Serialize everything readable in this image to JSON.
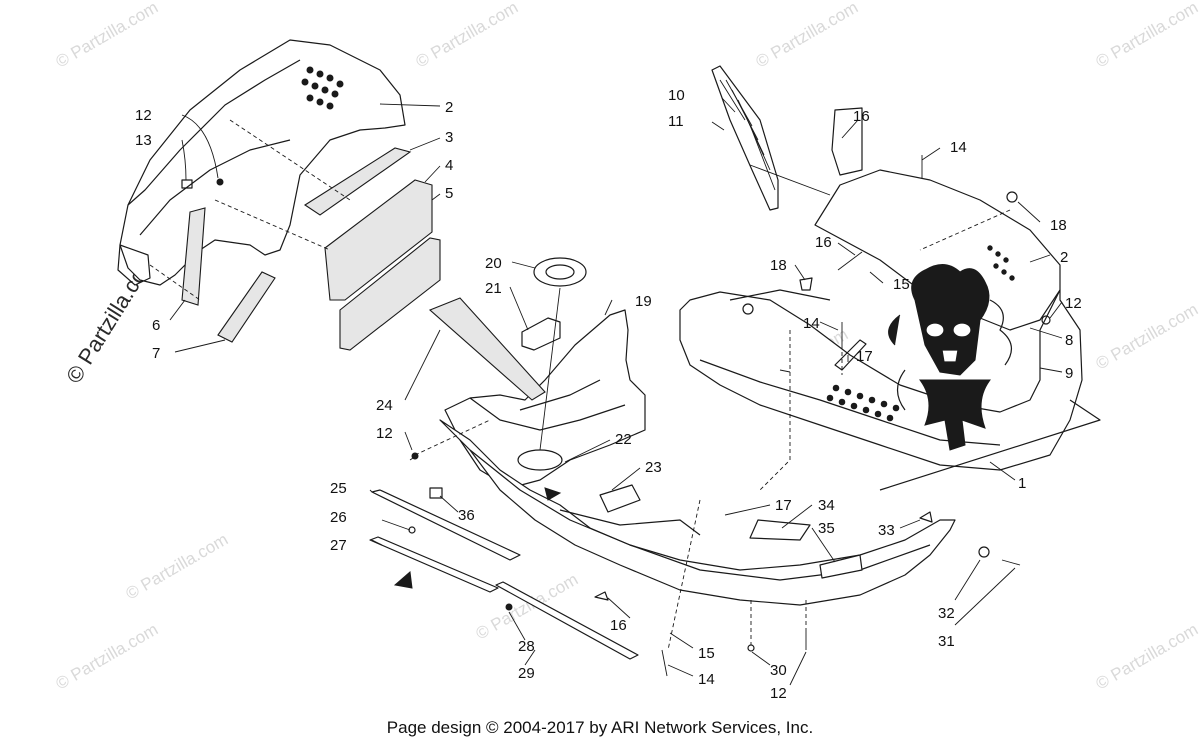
{
  "watermark": {
    "text": "© Partzilla.com",
    "side_text": "© Partzilla.com"
  },
  "callouts": {
    "c1": "1",
    "c2a": "2",
    "c2b": "2",
    "c3": "3",
    "c4": "4",
    "c5": "5",
    "c6": "6",
    "c7": "7",
    "c8": "8",
    "c9": "9",
    "c10": "10",
    "c11": "11",
    "c12a": "12",
    "c12b": "12",
    "c12c": "12",
    "c12d": "12",
    "c13": "13",
    "c14a": "14",
    "c14b": "14",
    "c14c": "14",
    "c15a": "15",
    "c15b": "15",
    "c16a": "16",
    "c16b": "16",
    "c16c": "16",
    "c17a": "17",
    "c17b": "17",
    "c18a": "18",
    "c18b": "18",
    "c19": "19",
    "c20": "20",
    "c21": "21",
    "c22": "22",
    "c23": "23",
    "c24": "24",
    "c25": "25",
    "c26": "26",
    "c27": "27",
    "c28": "28",
    "c29": "29",
    "c30": "30",
    "c31": "31",
    "c32": "32",
    "c33": "33",
    "c34": "34",
    "c35": "35",
    "c36": "36"
  },
  "footer": {
    "text": "Page design © 2004-2017 by ARI Network Services, Inc."
  }
}
